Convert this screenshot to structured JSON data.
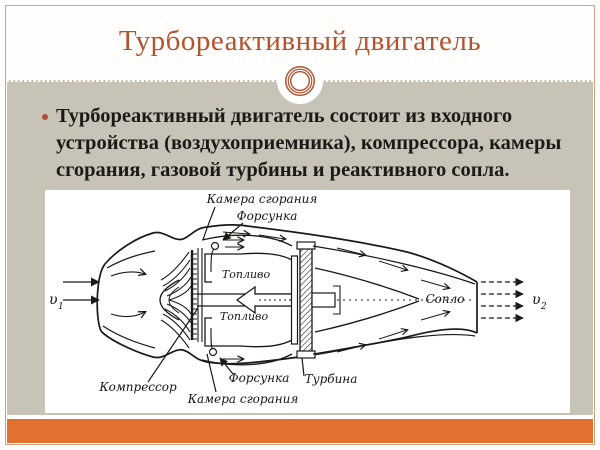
{
  "slide": {
    "title": "Турбореактивный двигатель",
    "bullet": {
      "text": "Турбореактивный двигатель состоит из входного устройства (воздухоприемника), компрессора, камеры сгорания, газовой турбины и реактивного сопла."
    }
  },
  "diagram": {
    "labels": {
      "chamber_top": "Камера сгорания",
      "injector_top": "Форсунка",
      "fuel_top": "Топливо",
      "fuel_bottom": "Топливо",
      "nozzle": "Сопло",
      "compressor": "Компрессор",
      "chamber_bottom": "Камера сгорания",
      "injector_bottom": "Форсунка",
      "turbine": "Турбина",
      "inlet_velocity": "υ",
      "inlet_velocity_sub": "1",
      "exit_velocity": "υ",
      "exit_velocity_sub": "2"
    }
  },
  "colors": {
    "accent_title": "#b2532e",
    "bottom_bar": "#e2712f",
    "content_background": "#c8c3b7",
    "frame_border": "#d69d81",
    "ink": "#1b1916"
  }
}
